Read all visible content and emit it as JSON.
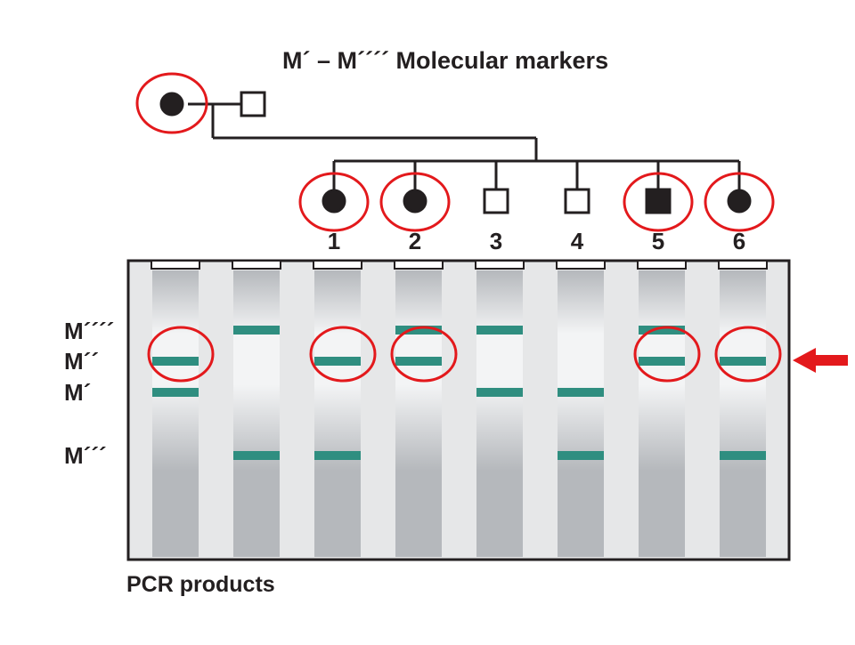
{
  "title": "M´ – M´´´´  Molecular markers",
  "footer": "PCR products",
  "colors": {
    "line": "#231f20",
    "band": "#2f8e80",
    "highlight": "#e3191c",
    "arrow": "#e3191c",
    "gel_bg": "#e6e7e8",
    "lane_dark": "#b5b8bc",
    "lane_light": "#f3f4f5"
  },
  "markers": [
    {
      "id": "m4",
      "label": "M´´´´"
    },
    {
      "id": "m2",
      "label": "M´´"
    },
    {
      "id": "m1",
      "label": "M´"
    },
    {
      "id": "m3",
      "label": "M´´´"
    }
  ],
  "parents": [
    {
      "role": "mother",
      "sex": "female",
      "affected": true,
      "circled": true
    },
    {
      "role": "father",
      "sex": "male",
      "affected": false,
      "circled": false
    }
  ],
  "children": [
    {
      "label": "1",
      "sex": "female",
      "affected": true,
      "circled": true
    },
    {
      "label": "2",
      "sex": "female",
      "affected": true,
      "circled": true
    },
    {
      "label": "3",
      "sex": "male",
      "affected": false,
      "circled": false
    },
    {
      "label": "4",
      "sex": "male",
      "affected": false,
      "circled": false
    },
    {
      "label": "5",
      "sex": "male",
      "affected": true,
      "circled": true
    },
    {
      "label": "6",
      "sex": "female",
      "affected": true,
      "circled": true
    }
  ],
  "lanes": [
    {
      "name": "mother",
      "bands": [
        "m2",
        "m1"
      ],
      "circled": "m2"
    },
    {
      "name": "father",
      "bands": [
        "m4",
        "m3"
      ],
      "circled": null
    },
    {
      "name": "1",
      "bands": [
        "m2",
        "m3"
      ],
      "circled": "m2"
    },
    {
      "name": "2",
      "bands": [
        "m4",
        "m2"
      ],
      "circled": "m2"
    },
    {
      "name": "3",
      "bands": [
        "m4",
        "m1"
      ],
      "circled": null
    },
    {
      "name": "4",
      "bands": [
        "m1",
        "m3"
      ],
      "circled": null
    },
    {
      "name": "5",
      "bands": [
        "m4",
        "m2"
      ],
      "circled": "m2"
    },
    {
      "name": "6",
      "bands": [
        "m2",
        "m3"
      ],
      "circled": "m2"
    }
  ],
  "arrow": {
    "points_to": "m2"
  }
}
